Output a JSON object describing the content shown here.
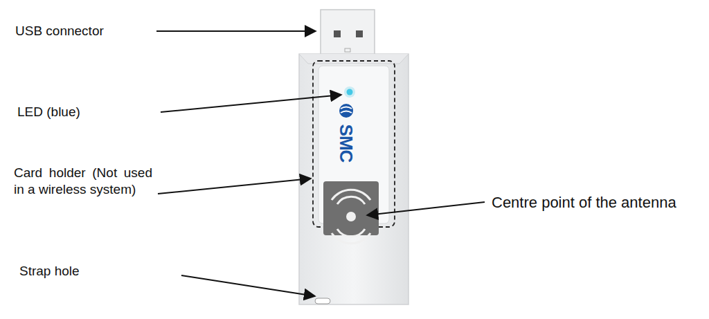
{
  "diagram": {
    "labels": [
      "USB connector",
      "LED (blue)",
      "Card holder (Not used in a wireless system)",
      "Strap hole",
      "Centre point of the antenna",
      "SMC"
    ]
  }
}
